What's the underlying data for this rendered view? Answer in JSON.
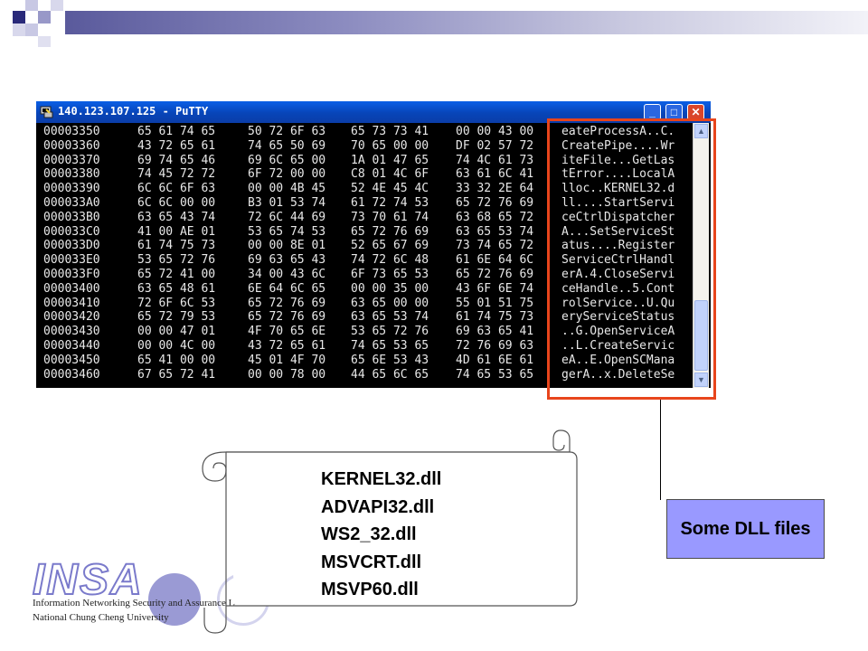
{
  "window": {
    "title": "140.123.107.125 - PuTTY",
    "minimize_glyph": "_",
    "maximize_glyph": "□",
    "close_glyph": "✕"
  },
  "terminal": {
    "rows": [
      {
        "offset": "00003350",
        "h1": "65 61 74 65",
        "h2": "50 72 6F 63",
        "h3": "65 73 73 41",
        "h4": "00 00 43 00",
        "ascii": "eateProcessA..C."
      },
      {
        "offset": "00003360",
        "h1": "43 72 65 61",
        "h2": "74 65 50 69",
        "h3": "70 65 00 00",
        "h4": "DF 02 57 72",
        "ascii": "CreatePipe....Wr"
      },
      {
        "offset": "00003370",
        "h1": "69 74 65 46",
        "h2": "69 6C 65 00",
        "h3": "1A 01 47 65",
        "h4": "74 4C 61 73",
        "ascii": "iteFile...GetLas"
      },
      {
        "offset": "00003380",
        "h1": "74 45 72 72",
        "h2": "6F 72 00 00",
        "h3": "C8 01 4C 6F",
        "h4": "63 61 6C 41",
        "ascii": "tError....LocalA"
      },
      {
        "offset": "00003390",
        "h1": "6C 6C 6F 63",
        "h2": "00 00 4B 45",
        "h3": "52 4E 45 4C",
        "h4": "33 32 2E 64",
        "ascii": "lloc..KERNEL32.d"
      },
      {
        "offset": "000033A0",
        "h1": "6C 6C 00 00",
        "h2": "B3 01 53 74",
        "h3": "61 72 74 53",
        "h4": "65 72 76 69",
        "ascii": "ll....StartServi"
      },
      {
        "offset": "000033B0",
        "h1": "63 65 43 74",
        "h2": "72 6C 44 69",
        "h3": "73 70 61 74",
        "h4": "63 68 65 72",
        "ascii": "ceCtrlDispatcher"
      },
      {
        "offset": "000033C0",
        "h1": "41 00 AE 01",
        "h2": "53 65 74 53",
        "h3": "65 72 76 69",
        "h4": "63 65 53 74",
        "ascii": "A...SetServiceSt"
      },
      {
        "offset": "000033D0",
        "h1": "61 74 75 73",
        "h2": "00 00 8E 01",
        "h3": "52 65 67 69",
        "h4": "73 74 65 72",
        "ascii": "atus....Register"
      },
      {
        "offset": "000033E0",
        "h1": "53 65 72 76",
        "h2": "69 63 65 43",
        "h3": "74 72 6C 48",
        "h4": "61 6E 64 6C",
        "ascii": "ServiceCtrlHandl"
      },
      {
        "offset": "000033F0",
        "h1": "65 72 41 00",
        "h2": "34 00 43 6C",
        "h3": "6F 73 65 53",
        "h4": "65 72 76 69",
        "ascii": "erA.4.CloseServi"
      },
      {
        "offset": "00003400",
        "h1": "63 65 48 61",
        "h2": "6E 64 6C 65",
        "h3": "00 00 35 00",
        "h4": "43 6F 6E 74",
        "ascii": "ceHandle..5.Cont"
      },
      {
        "offset": "00003410",
        "h1": "72 6F 6C 53",
        "h2": "65 72 76 69",
        "h3": "63 65 00 00",
        "h4": "55 01 51 75",
        "ascii": "rolService..U.Qu"
      },
      {
        "offset": "00003420",
        "h1": "65 72 79 53",
        "h2": "65 72 76 69",
        "h3": "63 65 53 74",
        "h4": "61 74 75 73",
        "ascii": "eryServiceStatus"
      },
      {
        "offset": "00003430",
        "h1": "00 00 47 01",
        "h2": "4F 70 65 6E",
        "h3": "53 65 72 76",
        "h4": "69 63 65 41",
        "ascii": "..G.OpenServiceA"
      },
      {
        "offset": "00003440",
        "h1": "00 00 4C 00",
        "h2": "43 72 65 61",
        "h3": "74 65 53 65",
        "h4": "72 76 69 63",
        "ascii": "..L.CreateServic"
      },
      {
        "offset": "00003450",
        "h1": "65 41 00 00",
        "h2": "45 01 4F 70",
        "h3": "65 6E 53 43",
        "h4": "4D 61 6E 61",
        "ascii": "eA..E.OpenSCMana"
      },
      {
        "offset": "00003460",
        "h1": "67 65 72 41",
        "h2": "00 00 78 00",
        "h3": "44 65 6C 65",
        "h4": "74 65 53 65",
        "ascii": "gerA..x.DeleteSe"
      }
    ],
    "scroll_up_glyph": "▲",
    "scroll_down_glyph": "▼",
    "scrollbar_thumb_position": 0.72
  },
  "callout": {
    "label": "Some DLL files"
  },
  "dll_scroll": {
    "items": [
      "KERNEL32.dll",
      "ADVAPI32.dll",
      "WS2_32.dll",
      "MSVCRT.dll",
      "MSVP60.dll"
    ]
  },
  "footer": {
    "logo_text": "INSA",
    "lab_name": "Information Networking Security  and Assurance  Lab",
    "university": "National Chung Cheng University"
  },
  "colors": {
    "highlight_border": "#e8451c",
    "callout_fill": "#9999ff",
    "titlebar": "#0845b8",
    "logo_accent": "#7a7acb"
  },
  "icons": [
    "putty-icon",
    "minimize-icon",
    "maximize-icon",
    "close-icon",
    "scroll-up-arrow-icon",
    "scroll-down-arrow-icon"
  ]
}
